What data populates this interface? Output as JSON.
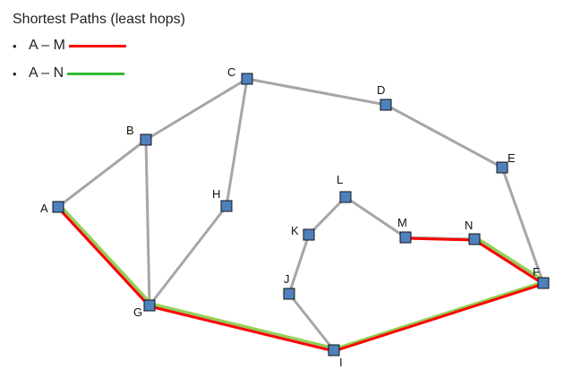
{
  "title": "Shortest Paths (least hops)",
  "legend": [
    {
      "bullet": "•",
      "label": "A – M",
      "color": "#ff0000"
    },
    {
      "bullet": "•",
      "label": "A – N",
      "color": "#33bb33"
    }
  ],
  "colors": {
    "edge": "#a6a6a6",
    "node_fill": "#4f81bd",
    "node_stroke": "#111111",
    "path_am": "#ff0000",
    "path_an": "#92d050"
  },
  "nodes": [
    "A",
    "B",
    "C",
    "D",
    "E",
    "F",
    "G",
    "H",
    "I",
    "J",
    "K",
    "L",
    "M",
    "N"
  ],
  "edges": [
    [
      "A",
      "B"
    ],
    [
      "B",
      "C"
    ],
    [
      "C",
      "D"
    ],
    [
      "D",
      "E"
    ],
    [
      "E",
      "F"
    ],
    [
      "B",
      "G"
    ],
    [
      "C",
      "H"
    ],
    [
      "H",
      "G"
    ],
    [
      "A",
      "G"
    ],
    [
      "G",
      "I"
    ],
    [
      "I",
      "F"
    ],
    [
      "I",
      "J"
    ],
    [
      "J",
      "K"
    ],
    [
      "K",
      "L"
    ],
    [
      "L",
      "M"
    ],
    [
      "M",
      "N"
    ],
    [
      "N",
      "F"
    ]
  ],
  "paths": {
    "A-M": [
      "A",
      "G",
      "I",
      "F",
      "N",
      "M"
    ],
    "A-N": [
      "A",
      "G",
      "I",
      "F",
      "N"
    ]
  }
}
